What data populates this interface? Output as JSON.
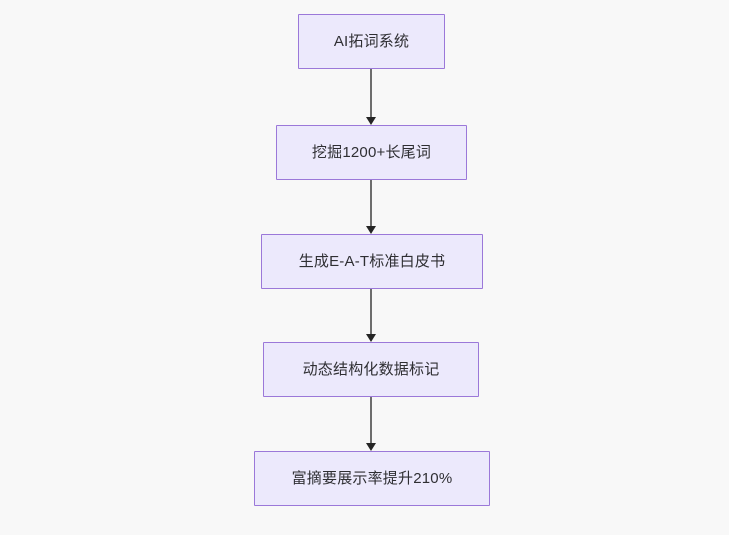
{
  "diagram": {
    "type": "flowchart",
    "direction": "top-to-bottom",
    "background_color": "#f8f8f8",
    "node_fill_color": "#ece9fc",
    "node_border_color": "#9b78d9",
    "edge_color": "#6d6d6d",
    "arrowhead_color": "#252525",
    "text_color": "#2f2f33",
    "nodes": [
      {
        "id": "node-0",
        "label": "AI拓词系统"
      },
      {
        "id": "node-1",
        "label": "挖掘1200+长尾词"
      },
      {
        "id": "node-2",
        "label": "生成E-A-T标准白皮书"
      },
      {
        "id": "node-3",
        "label": "动态结构化数据标记"
      },
      {
        "id": "node-4",
        "label": "富摘要展示率提升210%"
      }
    ],
    "edges": [
      {
        "id": "edge-0",
        "from": "node-0",
        "to": "node-1"
      },
      {
        "id": "edge-1",
        "from": "node-1",
        "to": "node-2"
      },
      {
        "id": "edge-2",
        "from": "node-2",
        "to": "node-3"
      },
      {
        "id": "edge-3",
        "from": "node-3",
        "to": "node-4"
      }
    ]
  }
}
